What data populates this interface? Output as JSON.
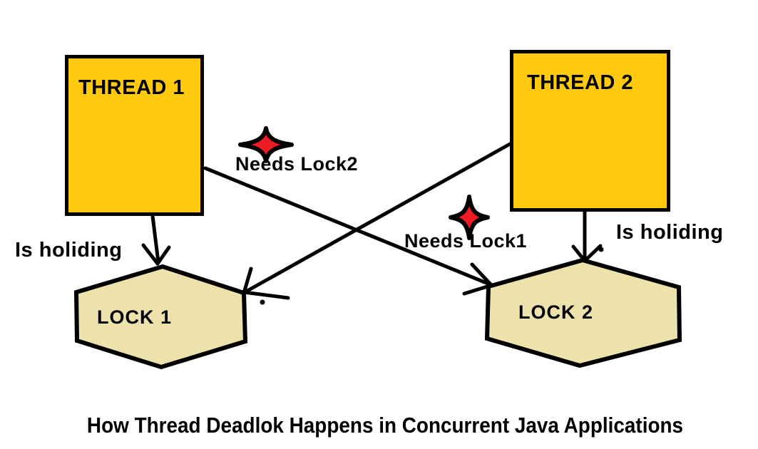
{
  "diagram": {
    "title": "How Thread Deadlok Happens in Concurrent Java Applications",
    "nodes": {
      "thread1": {
        "label": "THREAD 1"
      },
      "thread2": {
        "label": "THREAD 2"
      },
      "lock1": {
        "label": "LOCK 1"
      },
      "lock2": {
        "label": "LOCK 2"
      }
    },
    "edges": {
      "thread1_holds_lock1": {
        "label": "Is holiding"
      },
      "thread2_holds_lock2": {
        "label": "Is holiding"
      },
      "thread1_needs_lock2": {
        "label": "Needs Lock2"
      },
      "thread2_needs_lock1": {
        "label": "Needs Lock1"
      }
    },
    "icons": {
      "star": "four-point-star"
    },
    "colors": {
      "thread_fill": "#FFC90E",
      "lock_fill": "#EDE2AC",
      "star_fill": "#ED1C24",
      "line": "#000000",
      "background": "#FFFFFF"
    }
  }
}
